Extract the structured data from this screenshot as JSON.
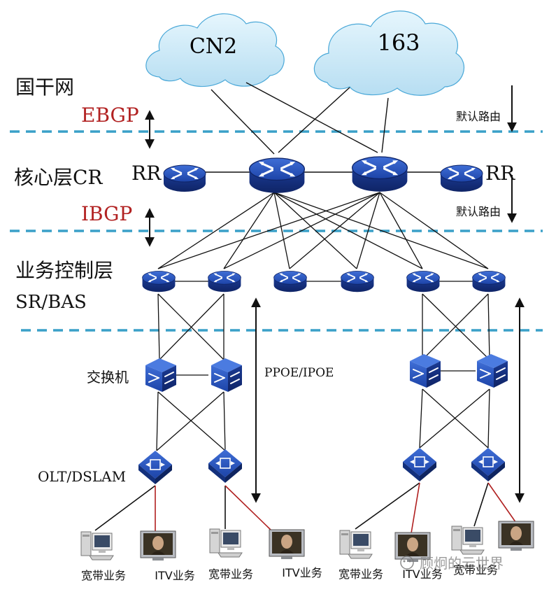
{
  "clouds": {
    "cn2": "CN2",
    "c163": "163"
  },
  "layers": {
    "backbone": "国干网",
    "core": "核心层CR",
    "control_1": "业务控制层",
    "control_2": "SR/BAS"
  },
  "protocols": {
    "ebgp": "EBGP",
    "ibgp": "IBGP",
    "ppoe": "PPOE/IPOE"
  },
  "notes": {
    "default_route_1": "默认路由",
    "default_route_2": "默认路由"
  },
  "labels": {
    "rr_left": "RR",
    "rr_right": "RR",
    "switch": "交换机",
    "olt": "OLT/DSLAM"
  },
  "services": [
    "宽带业务",
    "ITV业务",
    "宽带业务",
    "ITV业务",
    "宽带业务",
    "ITV业务",
    "宽带业务"
  ],
  "watermark": "顾炯的云世界",
  "colors": {
    "device_blue": "#1a3a8f",
    "dashed_line": "#3aa0c8",
    "ebgp_red": "#b22222",
    "itv_link": "#b02020",
    "cloud_blue": "#c9e7f5"
  }
}
